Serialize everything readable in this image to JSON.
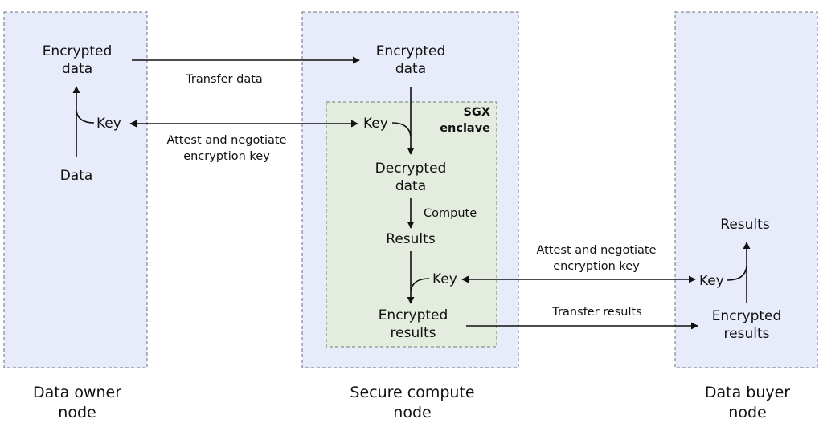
{
  "nodes": {
    "owner": {
      "label_line1": "Data owner",
      "label_line2": "node",
      "encrypted_line1": "Encrypted",
      "encrypted_line2": "data",
      "key": "Key",
      "data": "Data"
    },
    "compute": {
      "label_line1": "Secure compute",
      "label_line2": "node",
      "encrypted_line1": "Encrypted",
      "encrypted_line2": "data"
    },
    "buyer": {
      "label_line1": "Data buyer",
      "label_line2": "node",
      "results": "Results",
      "key": "Key",
      "encrypted_line1": "Encrypted",
      "encrypted_line2": "results"
    }
  },
  "enclave": {
    "title_line1": "SGX",
    "title_line2": "enclave",
    "key_in": "Key",
    "decrypted_line1": "Decrypted",
    "decrypted_line2": "data",
    "compute": "Compute",
    "results": "Results",
    "key_out": "Key",
    "encrypted_line1": "Encrypted",
    "encrypted_line2": "results"
  },
  "edges": {
    "transfer_data": "Transfer data",
    "attest1_line1": "Attest and negotiate",
    "attest1_line2": "encryption key",
    "attest2_line1": "Attest and negotiate",
    "attest2_line2": "encryption key",
    "transfer_results": "Transfer results"
  }
}
